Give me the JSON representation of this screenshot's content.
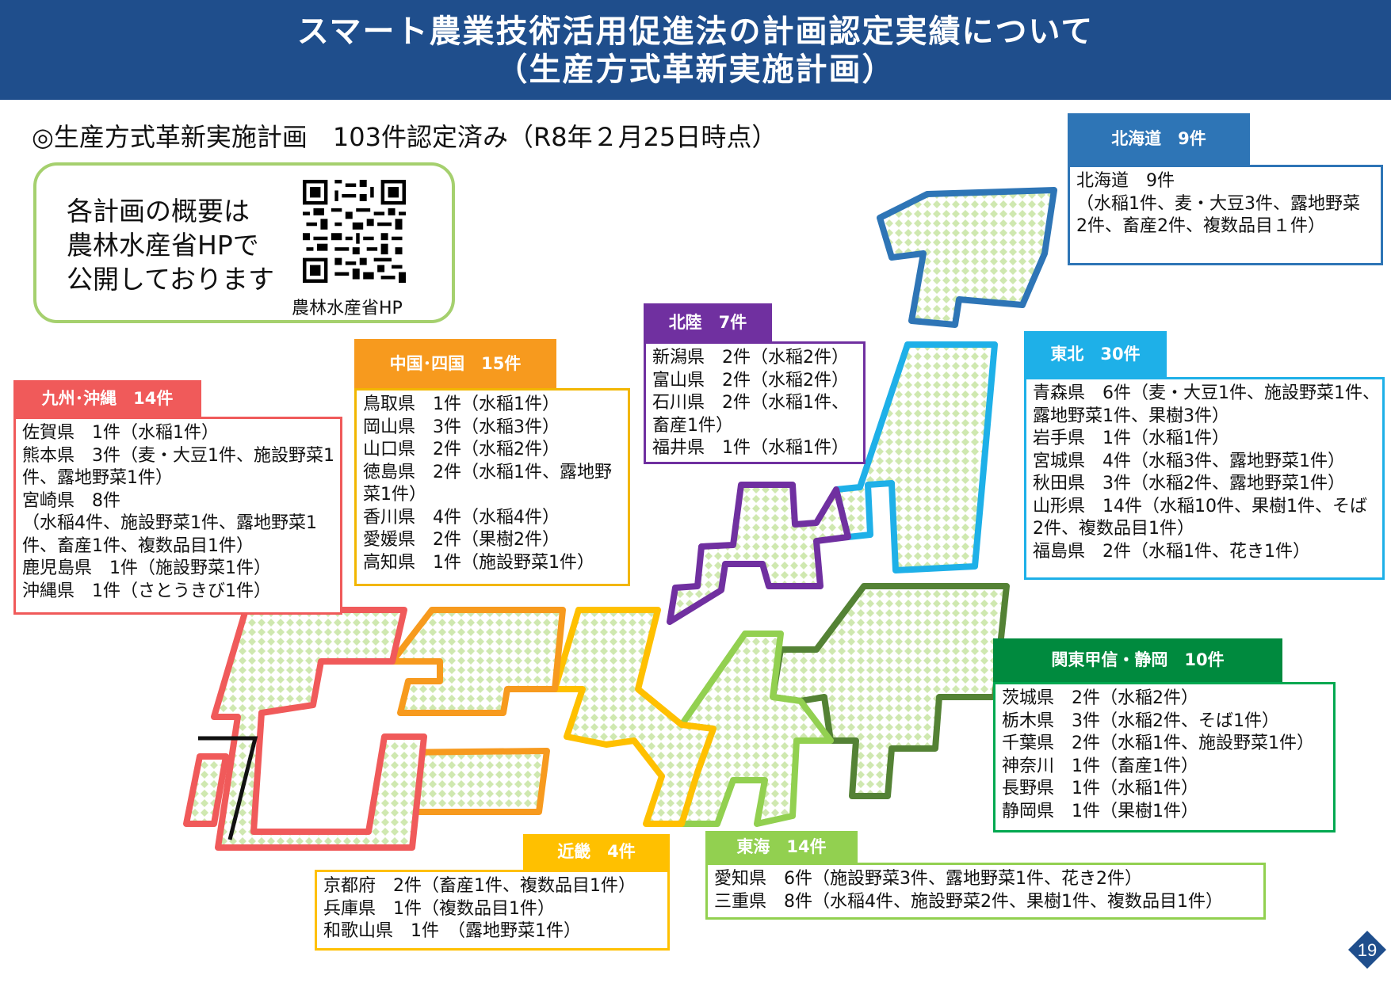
{
  "title": {
    "line1": "スマート農業技術活用促進法の計画認定実績について",
    "line2": "（生産方式革新実施計画）"
  },
  "subtitle": "◎生産方式革新実施計画　103件認定済み（R8年２月25日時点）",
  "info_box": {
    "lines": [
      "各計画の概要は",
      "農林水産省HPで",
      "公開しております"
    ],
    "qr_caption": "農林水産省HP",
    "border_color": "#a5d06e"
  },
  "regions": {
    "hokkaido": {
      "label": "北海道　9件",
      "color": "#2e75b6",
      "lines": [
        "北海道　9件",
        "（水稲1件、麦・大豆3件、露地野菜",
        "2件、畜産2件、複数品目１件）"
      ]
    },
    "tohoku": {
      "label": "東北　30件",
      "color": "#1eb0e8",
      "lines": [
        "青森県　6件（麦・大豆1件、施設野菜1件、",
        "露地野菜1件、果樹3件）",
        "岩手県　1件（水稲1件）",
        "宮城県　4件（水稲3件、露地野菜1件）",
        "秋田県　3件（水稲2件、露地野菜1件）",
        "山形県　14件（水稲10件、果樹1件、そば",
        "2件、複数品目1件）",
        "福島県　2件（水稲1件、花き1件）"
      ]
    },
    "hokuriku": {
      "label": "北陸　7件",
      "color": "#7030a0",
      "lines": [
        "新潟県　2件（水稲2件）",
        "富山県　2件（水稲2件）",
        "石川県　2件（水稲1件、",
        "畜産1件）",
        "福井県　1件（水稲1件）"
      ]
    },
    "kanto": {
      "label": "関東甲信・静岡　10件",
      "color": "#008a3e",
      "lines": [
        "茨城県　2件（水稲2件）",
        "栃木県　3件（水稲2件、そば1件）",
        "千葉県　2件（水稲1件、施設野菜1件）",
        "神奈川　1件（畜産1件）",
        "長野県　1件（水稲1件）",
        "静岡県　1件（果樹1件）"
      ]
    },
    "tokai": {
      "label": "東海　14件",
      "color": "#92d050",
      "lines": [
        "愛知県　6件（施設野菜3件、露地野菜1件、花き2件）",
        "三重県　8件（水稲4件、施設野菜2件、果樹1件、複数品目1件）"
      ]
    },
    "kinki": {
      "label": "近畿　4件",
      "color": "#ffc000",
      "lines": [
        "京都府　2件（畜産1件、複数品目1件）",
        "兵庫県　1件（複数品目1件）",
        "和歌山県　1件　（露地野菜1件）"
      ]
    },
    "chugoku": {
      "label": "中国･四国　15件",
      "color": "#f79a1e",
      "lines": [
        "鳥取県　1件（水稲1件）",
        "岡山県　3件（水稲3件）",
        "山口県　2件（水稲2件）",
        "徳島県　2件（水稲1件、露地野",
        "菜1件）",
        "香川県　4件（水稲4件）",
        "愛媛県　2件（果樹2件）",
        "高知県　1件（施設野菜1件）"
      ]
    },
    "kyushu": {
      "label": "九州･沖縄　14件",
      "color": "#f05a5a",
      "lines": [
        "佐賀県　1件（水稲1件）",
        "熊本県　3件（麦・大豆1件、施設野菜1",
        "件、露地野菜1件）",
        "宮崎県　8件",
        "（水稲4件、施設野菜1件、露地野菜1",
        "件、畜産1件、複数品目1件）",
        "鹿児島県　1件（施設野菜1件）",
        "沖縄県　1件（さとうきび1件）"
      ]
    }
  },
  "page_number": "19"
}
